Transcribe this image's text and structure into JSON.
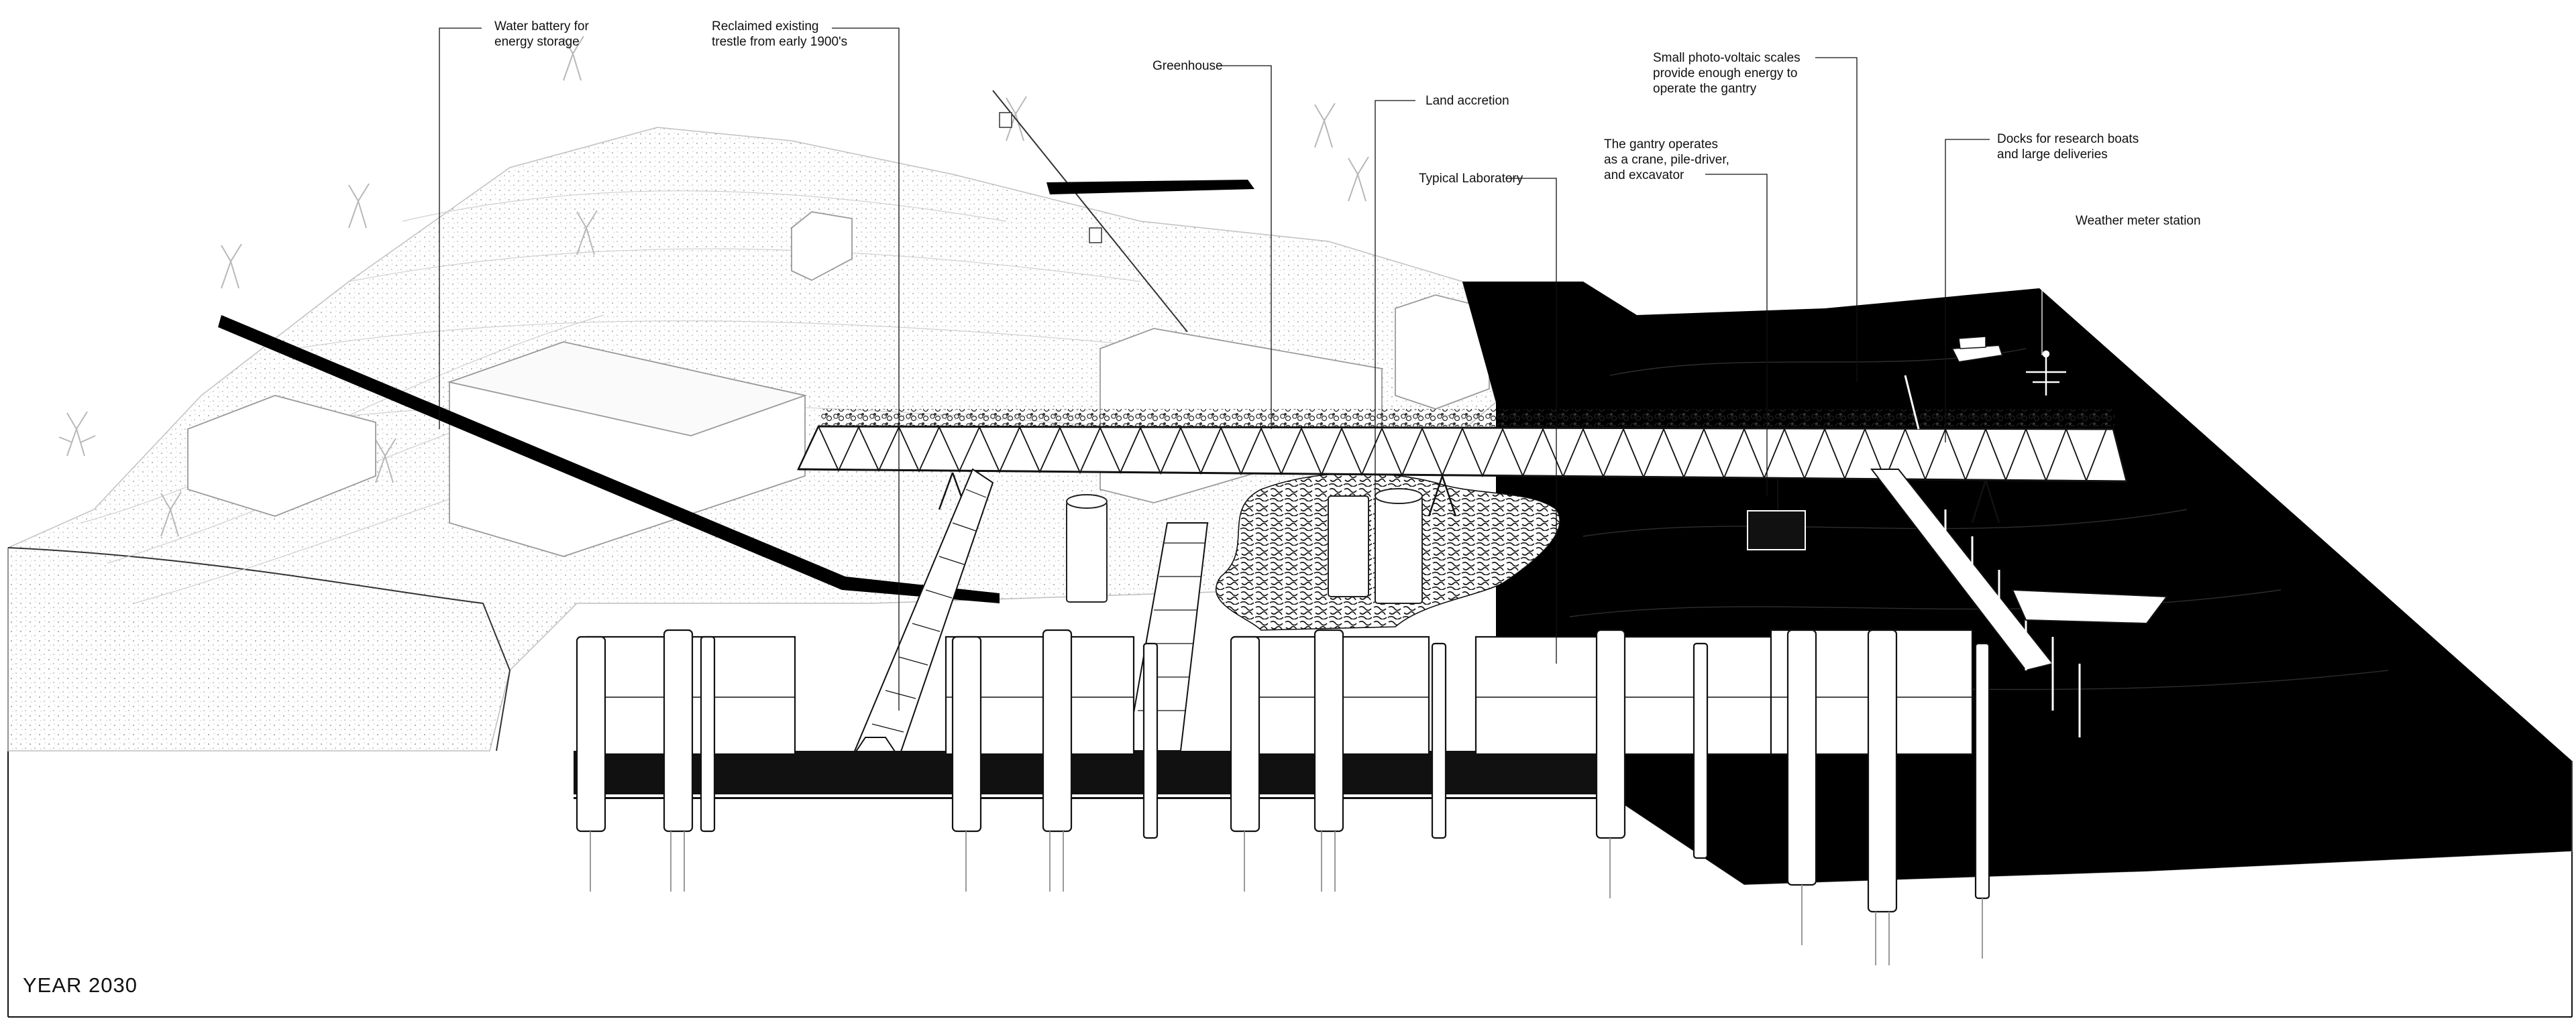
{
  "drawing": {
    "year": "YEAR 2030",
    "palette": {
      "ink": "#111111",
      "paper": "#ffffff",
      "water": "#000000",
      "hatch": "#9a9a9a"
    }
  },
  "annotations": [
    {
      "key": "water_battery",
      "text": "Water battery for\nenergy storage"
    },
    {
      "key": "trestle",
      "text": "Reclaimed existing\ntrestle from early 1900's"
    },
    {
      "key": "greenhouse",
      "text": "Greenhouse"
    },
    {
      "key": "land_accretion",
      "text": "Land accretion"
    },
    {
      "key": "typical_lab",
      "text": "Typical Laboratory"
    },
    {
      "key": "photovoltaic",
      "text": "Small photo-voltaic scales\nprovide enough energy to\noperate the gantry"
    },
    {
      "key": "gantry",
      "text": "The gantry operates\nas a crane, pile-driver,\nand excavator"
    },
    {
      "key": "docks",
      "text": "Docks for research boats\nand large deliveries"
    },
    {
      "key": "weather",
      "text": "Weather meter station"
    }
  ]
}
